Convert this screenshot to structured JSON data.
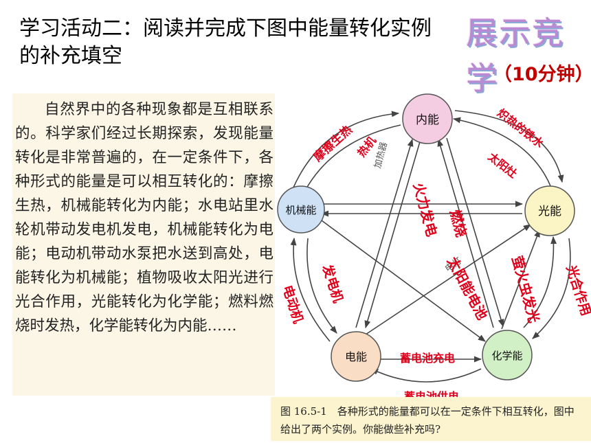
{
  "title": "学习活动二：阅读并完成下图中能量转化实例的补充填空",
  "brand": "展示竞学",
  "time": "（10分钟）",
  "paragraph": "自然界中的各种现象都是互相联系的。科学家们经过长期探索，发现能量转化是非常普遍的，在一定条件下，各种形式的能量是可以相互转化的：摩擦生热，机械能转化为内能；水电站里水轮机带动发电机发电，机械能转化为电能；电动机带动水泵把水送到高处，电能转化为机械能；植物吸收太阳光进行光合作用，光能转化为化学能；燃料燃烧时发热，化学能转化为内能……",
  "nodes": {
    "internal": "内能",
    "mechanical": "机械能",
    "light": "光能",
    "electric": "电能",
    "chemical": "化学能"
  },
  "printed_labels": {
    "heater": "加热器",
    "lamp": "电灯"
  },
  "answers": {
    "friction": "摩擦生热",
    "heat_engine": "热机",
    "hot_iron": "炽热的铁水",
    "solar_cooker": "太阳灶",
    "thermal_power": "火力发电",
    "combustion": "燃烧",
    "generator": "发电机",
    "motor": "电动机",
    "solar_cell": "太阳能电池",
    "firefly": "萤火虫发光",
    "photosynthesis": "光合作用",
    "charging": "蓄电池充电",
    "discharging": "蓄电池供电"
  },
  "colors": {
    "answer": "#e0001b",
    "internal_fill": "#f4cde3",
    "mechanical_fill": "#cfe1f4",
    "light_fill": "#fbf4c4",
    "electric_fill": "#f9ddc4",
    "chemical_fill": "#d2f0c6"
  },
  "caption": "图 16.5-1　各种形式的能量都可以在一定条件下相互转化，图中给出了两个实例。你能做些补充吗?"
}
